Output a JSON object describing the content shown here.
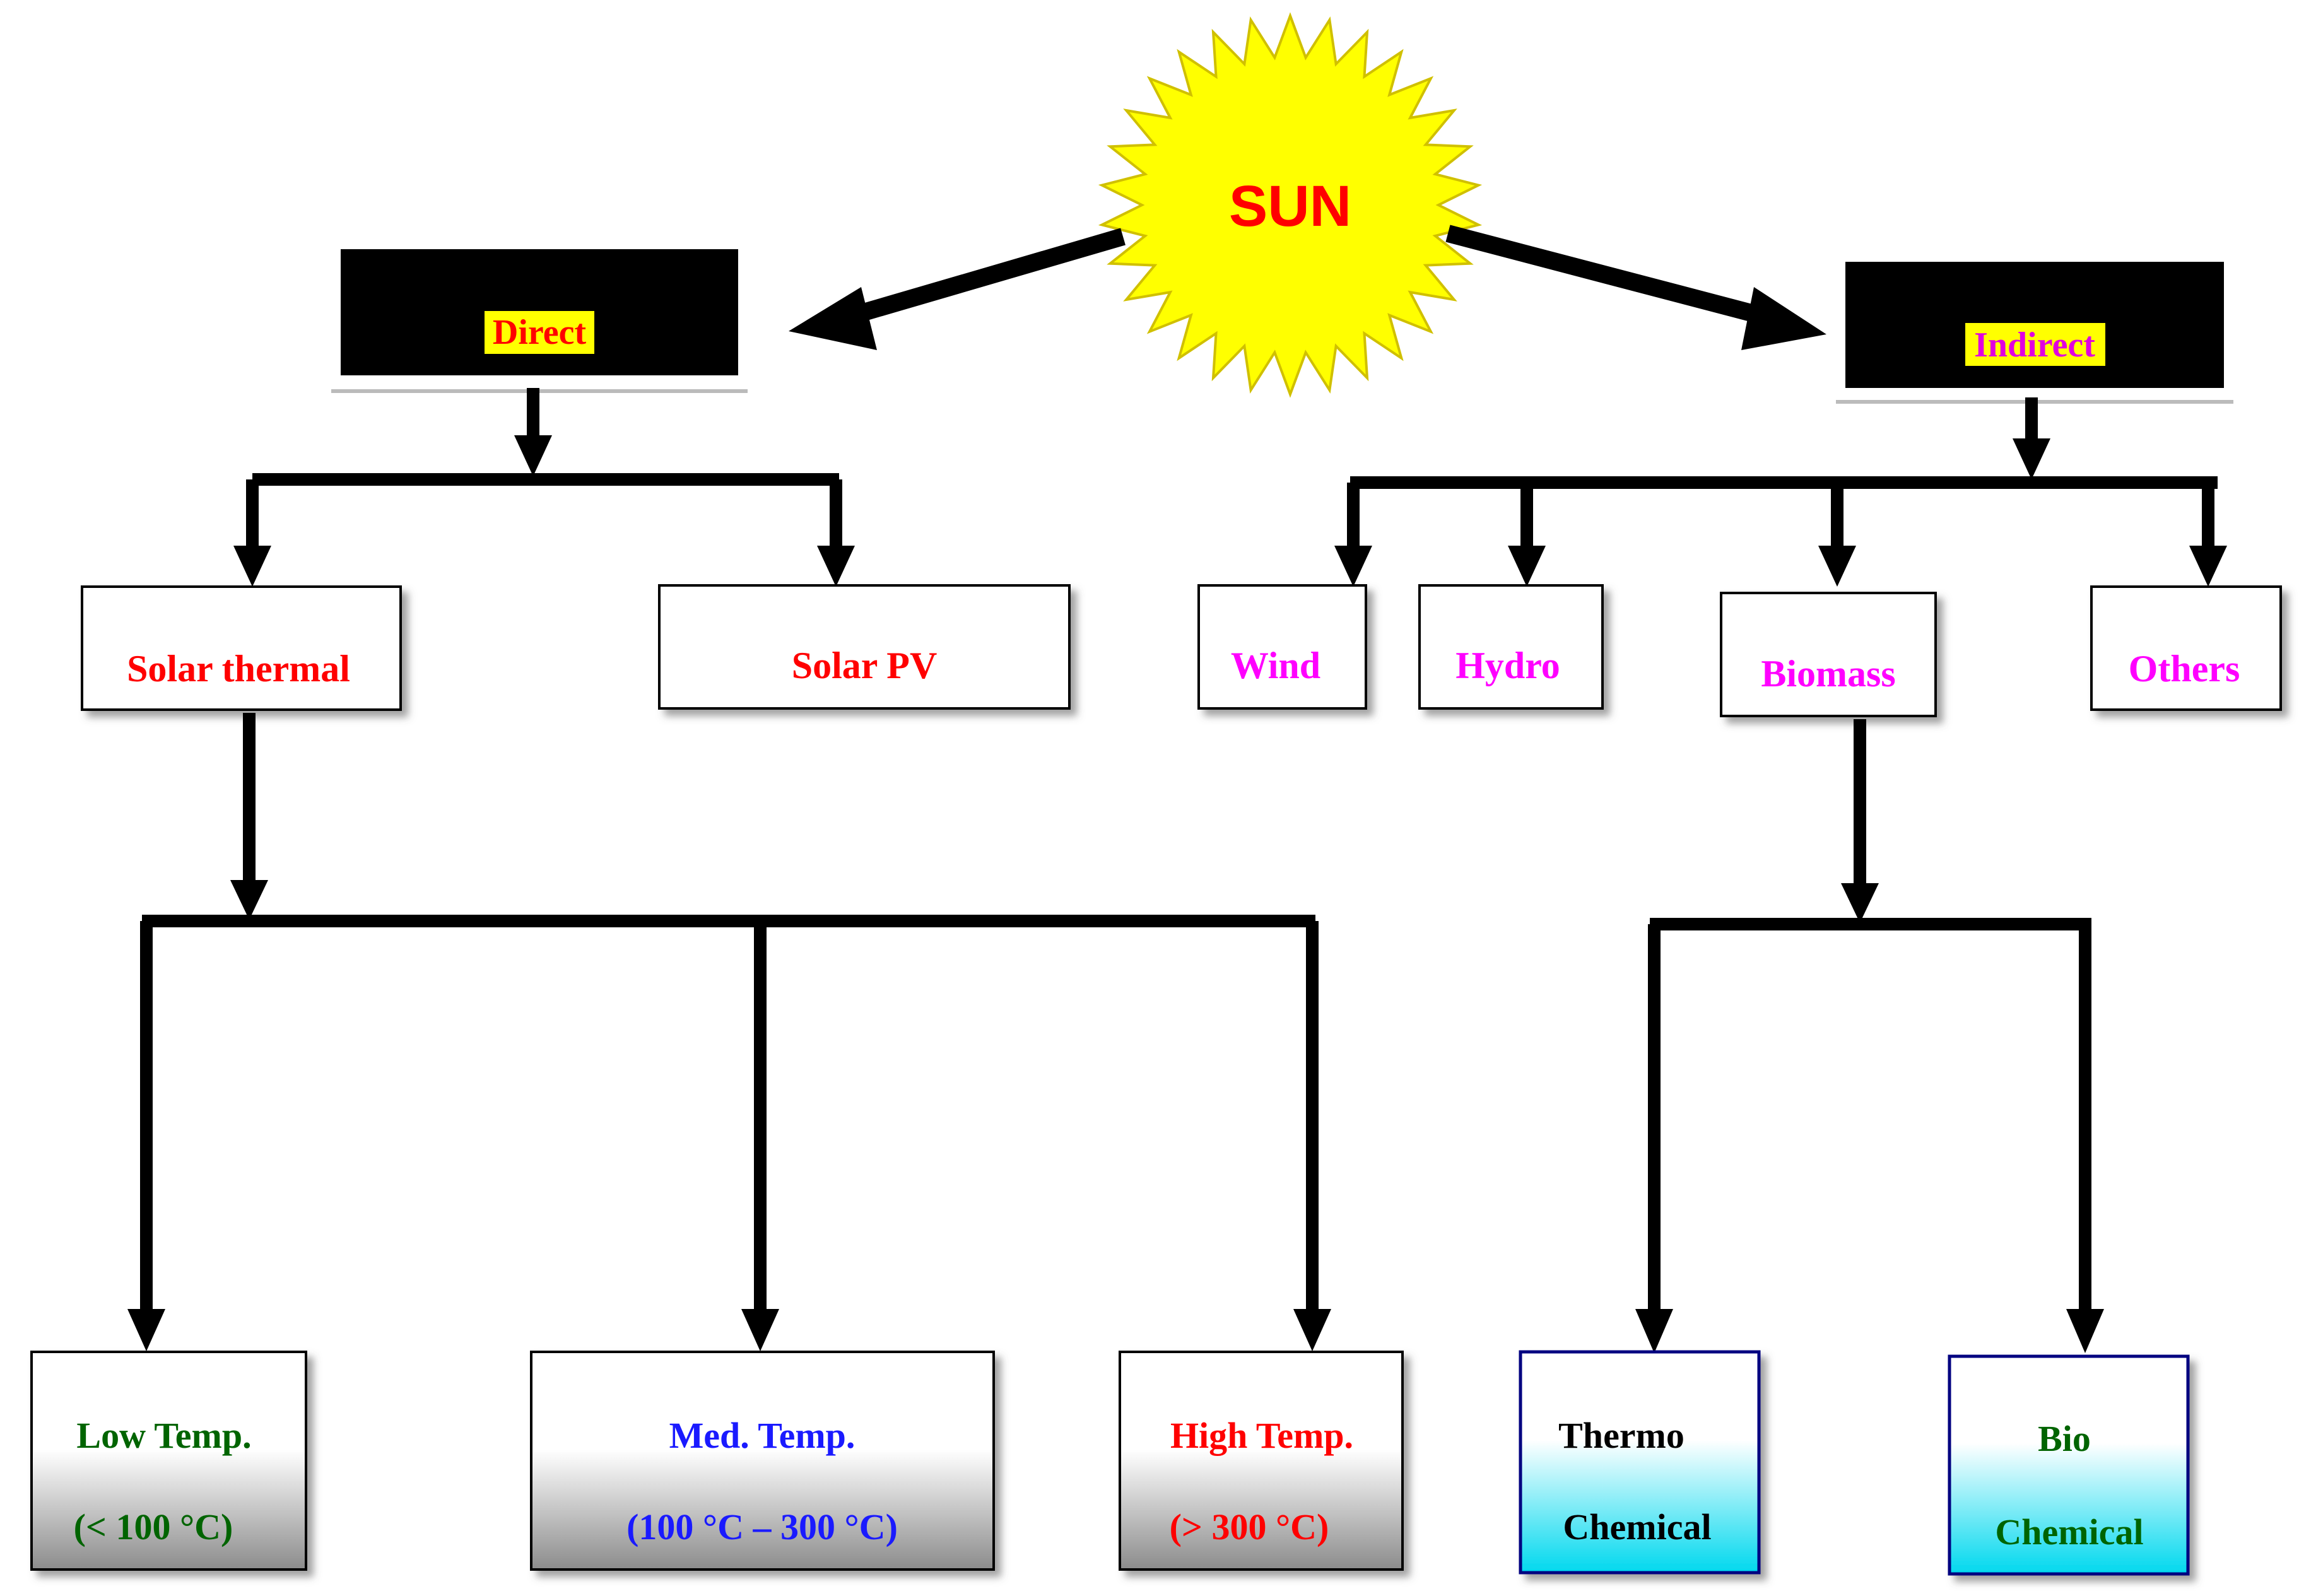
{
  "sun": {
    "label": "SUN",
    "fill": "#ffff00",
    "text_color": "#ff0000"
  },
  "direct": {
    "label": "Direct",
    "box_fill": "#000000",
    "text_color": "#ff0000",
    "highlight": "#ffff00"
  },
  "indirect": {
    "label": "Indirect",
    "box_fill": "#000000",
    "text_color": "#e000e0",
    "highlight": "#ffff00"
  },
  "direct_children": [
    {
      "label": "Solar thermal",
      "color": "#ff0000"
    },
    {
      "label": "Solar PV",
      "color": "#ff0000"
    }
  ],
  "indirect_children": [
    {
      "label": "Wind",
      "color": "#ff00ff"
    },
    {
      "label": "Hydro",
      "color": "#ff00ff"
    },
    {
      "label": "Biomass",
      "color": "#ff00ff"
    },
    {
      "label": "Others",
      "color": "#ff00ff"
    }
  ],
  "temperature_ranges": [
    {
      "title": "Low Temp.",
      "range": "(< 100 °C)",
      "color": "#006400"
    },
    {
      "title": "Med. Temp.",
      "range": "(100 °C – 300 °C)",
      "color": "#1a1aff"
    },
    {
      "title": "High Temp.",
      "range": "(> 300 °C)",
      "color": "#ff0000"
    }
  ],
  "biomass_types": [
    {
      "line1": "Thermo",
      "line2": "Chemical",
      "color": "#000000"
    },
    {
      "line1": "Bio",
      "line2": "Chemical",
      "color": "#006400"
    }
  ],
  "colors": {
    "line": "#000000",
    "gray_grad": "#8c8c8c",
    "cyan_grad": "#00d8ee",
    "blue_border": "#000080"
  }
}
